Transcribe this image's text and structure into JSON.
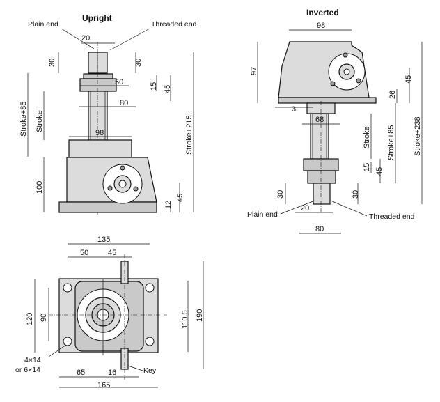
{
  "upright": {
    "title": "Upright",
    "plain_end": "Plain end",
    "threaded_end": "Threaded end",
    "dims": {
      "d20": "20",
      "d30_left": "30",
      "d30_right": "30",
      "d50": "50",
      "d15": "15",
      "d45_top": "45",
      "d80": "80",
      "stroke85": "Stroke+85",
      "stroke": "Stroke",
      "d98": "98",
      "stroke215": "Stroke+215",
      "d100": "100",
      "d12": "12",
      "d45_bottom": "45"
    }
  },
  "inverted": {
    "title": "Inverted",
    "plain_end": "Plain end",
    "threaded_end": "Threaded end",
    "dims": {
      "d98": "98",
      "d97": "97",
      "d26": "26",
      "d45_top": "45",
      "d3": "3",
      "d68": "68",
      "stroke": "Stroke",
      "stroke85": "Stroke+85",
      "stroke238": "Stroke+238",
      "d15": "15",
      "d45_bottom": "45",
      "d30_left": "30",
      "d30_right": "30",
      "d20": "20",
      "d80": "80"
    }
  },
  "plan": {
    "dims": {
      "d135": "135",
      "d50": "50",
      "d45": "45",
      "d120": "120",
      "d90": "90",
      "d110_5": "110.5",
      "d190": "190",
      "d65": "65",
      "d16": "16",
      "d165": "165"
    },
    "holes_line1": "4×14",
    "holes_line2": "or 6×14",
    "key": "Key"
  }
}
